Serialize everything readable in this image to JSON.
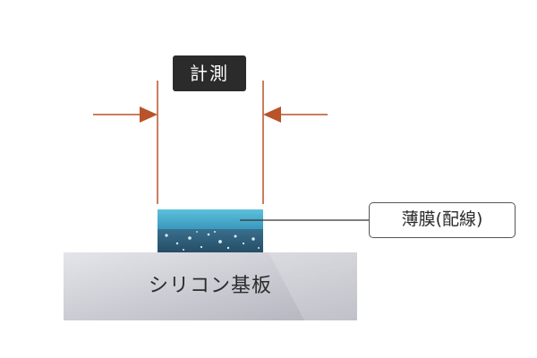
{
  "labels": {
    "measurement": "計測",
    "thin_film": "薄膜(配線)",
    "substrate": "シリコン基板"
  },
  "colors": {
    "dimension_line": "#b8532a",
    "film_top": "#4fb3d2",
    "film_bottom": "#2e5c78",
    "substrate_light": "#d8d8de",
    "substrate_dark": "#b6b6bf",
    "label_box": "#2b2b2b"
  }
}
